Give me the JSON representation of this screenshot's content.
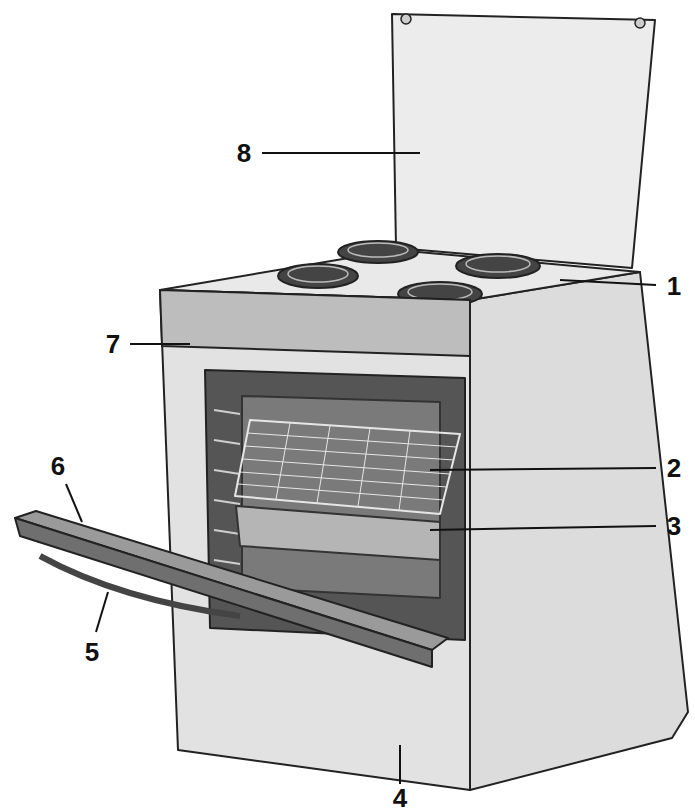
{
  "diagram": {
    "labels": [
      "8",
      "1",
      "7",
      "6",
      "2",
      "3",
      "5",
      "4"
    ]
  }
}
